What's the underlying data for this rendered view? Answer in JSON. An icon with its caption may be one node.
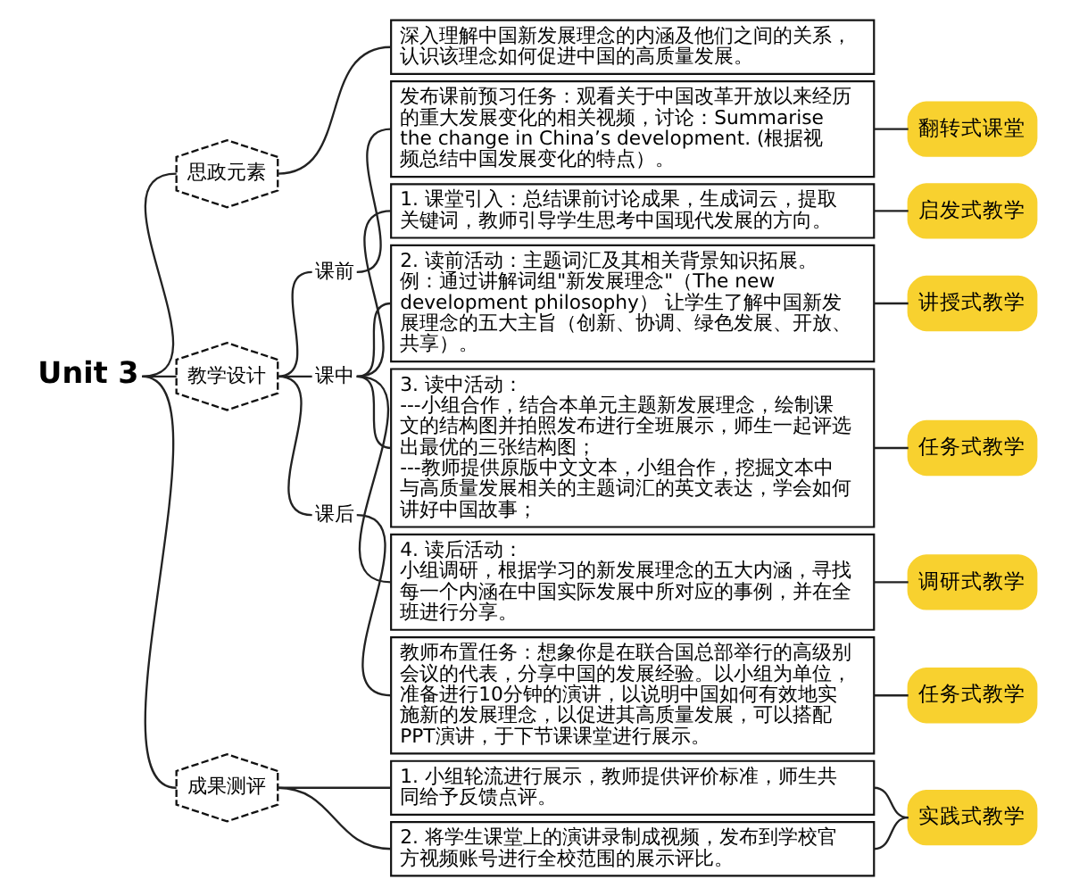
{
  "diagram": {
    "nodes": [
      {
        "text": [
          "Unit 3"
        ]
      },
      {
        "text": [
          "思政元素"
        ]
      },
      {
        "text": [
          "深入理解中国新发展理念的内涵及他们之间的关系，认识该理念如何促进中国的高质量发展。"
        ]
      },
      {
        "text": [
          "教学设计"
        ]
      },
      {
        "text": [
          "课前"
        ]
      },
      {
        "text": [
          "发布课前预习任务：观看关于中国改革开放以来经历的重大发展变化的相关视频，讨论：Summarise the change in China’s development. (根据视频总结中国发展变化的特点）。"
        ]
      },
      {
        "text": [
          "翻转式课堂"
        ]
      },
      {
        "text": [
          "课中"
        ]
      },
      {
        "text": [
          "1. 课堂引入：总结课前讨论成果，生成词云，提取关键词，教师引导学生思考中国现代发展的方向。"
        ]
      },
      {
        "text": [
          "启发式教学"
        ]
      },
      {
        "text": [
          "2. 读前活动：主题词汇及其相关背景知识拓展。",
          "例：通过讲解词组\"新发展理念\"（The new development philosophy） 让学生了解中国新发展理念的五大主旨（创新、协调、绿色发展、开放、共享）。"
        ]
      },
      {
        "text": [
          "讲授式教学"
        ]
      },
      {
        "text": [
          "3. 读中活动：",
          "---小组合作，结合本单元主题新发展理念，绘制课文的结构图并拍照发布进行全班展示，师生一起评选出最优的三张结构图；",
          "---教师提供原版中文文本，小组合作，挖掘文本中与高质量发展相关的主题词汇的英文表达，学会如何讲好中国故事；"
        ]
      },
      {
        "text": [
          "任务式教学"
        ]
      },
      {
        "text": [
          "4. 读后活动：",
          "小组调研，根据学习的新发展理念的五大内涵，寻找每一个内涵在中国实际发展中所对应的事例，并在全班进行分享。"
        ]
      },
      {
        "text": [
          "调研式教学"
        ]
      },
      {
        "text": [
          "课后"
        ]
      },
      {
        "text": [
          "教师布置任务：想象你是在联合国总部举行的高级别会议的代表，分享中国的发展经验。以小组为单位，准备进行10分钟的演讲，以说明中国如何有效地实施新的发展理念，以促进其高质量发展，可以搭配PPT演讲，于下节课课堂进行展示。"
        ]
      },
      {
        "text": [
          "任务式教学"
        ]
      },
      {
        "text": [
          "成果测评"
        ]
      },
      {
        "text": [
          "1. 小组轮流进行展示，教师提供评价标准，师生共同给予反馈点评。"
        ]
      },
      {
        "text": [
          "2. 将学生课堂上的演讲录制成视频，发布到学校官方视频账号进行全校范围的展示评比。"
        ]
      },
      {
        "text": [
          "实践式教学"
        ]
      }
    ],
    "edges": [
      {
        "from": 0,
        "to": 1,
        "arrow": "none"
      },
      {
        "from": 0,
        "to": 3,
        "arrow": "none"
      },
      {
        "from": 0,
        "to": 19,
        "arrow": "none"
      },
      {
        "from": 1,
        "to": 2,
        "arrow": "none"
      },
      {
        "from": 3,
        "to": 4,
        "arrow": "none"
      },
      {
        "from": 3,
        "to": 7,
        "arrow": "none"
      },
      {
        "from": 3,
        "to": 16,
        "arrow": "none"
      },
      {
        "from": 4,
        "to": 5,
        "arrow": "none"
      },
      {
        "from": 5,
        "to": 6,
        "arrow": "none"
      },
      {
        "from": 7,
        "to": 8,
        "arrow": "none"
      },
      {
        "from": 7,
        "to": 10,
        "arrow": "none"
      },
      {
        "from": 7,
        "to": 12,
        "arrow": "none"
      },
      {
        "from": 7,
        "to": 14,
        "arrow": "none"
      },
      {
        "from": 8,
        "to": 9,
        "arrow": "none"
      },
      {
        "from": 10,
        "to": 11,
        "arrow": "none"
      },
      {
        "from": 12,
        "to": 13,
        "arrow": "none"
      },
      {
        "from": 14,
        "to": 15,
        "arrow": "none"
      },
      {
        "from": 16,
        "to": 17,
        "arrow": "none"
      },
      {
        "from": 17,
        "to": 18,
        "arrow": "none"
      },
      {
        "from": 19,
        "to": 20,
        "arrow": "none"
      },
      {
        "from": 19,
        "to": 21,
        "arrow": "none"
      },
      {
        "from": 20,
        "to": 22,
        "arrow": "none"
      },
      {
        "from": 21,
        "to": 22,
        "arrow": "none"
      }
    ]
  }
}
